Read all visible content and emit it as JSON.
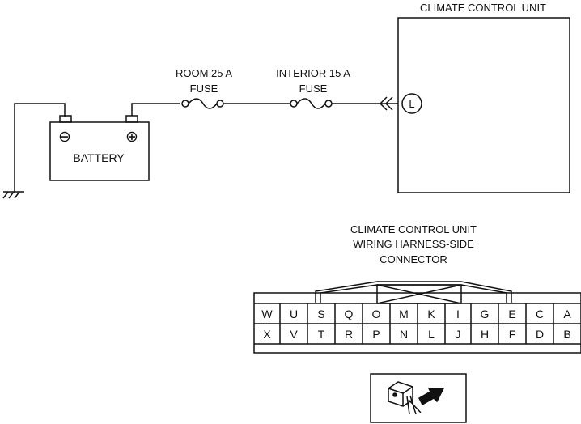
{
  "unit": {
    "title": "CLIMATE CONTROL UNIT",
    "terminal": "L"
  },
  "battery": {
    "label": "BATTERY",
    "negative_symbol": "⊖",
    "positive_symbol": "⊕"
  },
  "fuses": [
    {
      "line1": "ROOM 25 A",
      "line2": "FUSE"
    },
    {
      "line1": "INTERIOR 15 A",
      "line2": "FUSE"
    }
  ],
  "connector": {
    "title_lines": [
      "CLIMATE CONTROL UNIT",
      "WIRING HARNESS-SIDE",
      "CONNECTOR"
    ],
    "top_row": [
      "W",
      "U",
      "S",
      "Q",
      "O",
      "M",
      "K",
      "I",
      "G",
      "E",
      "C",
      "A"
    ],
    "bottom_row": [
      "X",
      "V",
      "T",
      "R",
      "P",
      "N",
      "L",
      "J",
      "H",
      "F",
      "D",
      "B"
    ]
  },
  "icons": {
    "ground": "ground-icon",
    "connector_view": "connector-view-icon"
  }
}
